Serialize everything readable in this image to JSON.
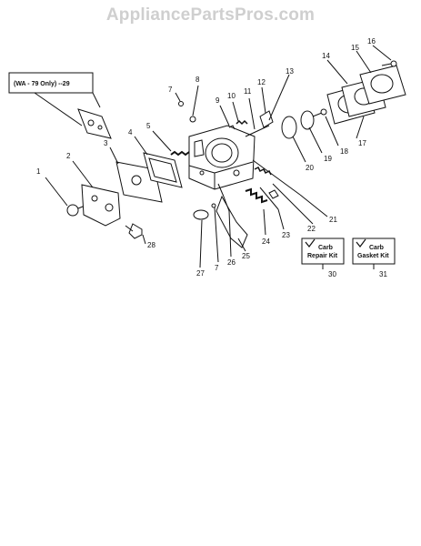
{
  "watermark": "AppliancePartsPros.com",
  "note": "(WA - 79 Only) --29",
  "kits": {
    "repair": {
      "line1": "Carb",
      "line2": "Repair Kit",
      "number": "30"
    },
    "gasket": {
      "line1": "Carb",
      "line2": "Gasket Kit",
      "number": "31"
    }
  },
  "callouts": [
    "1",
    "2",
    "3",
    "4",
    "5",
    "7",
    "8",
    "9",
    "10",
    "11",
    "12",
    "13",
    "14",
    "15",
    "16",
    "17",
    "18",
    "19",
    "20",
    "21",
    "22",
    "23",
    "24",
    "25",
    "26",
    "7",
    "27",
    "28"
  ]
}
